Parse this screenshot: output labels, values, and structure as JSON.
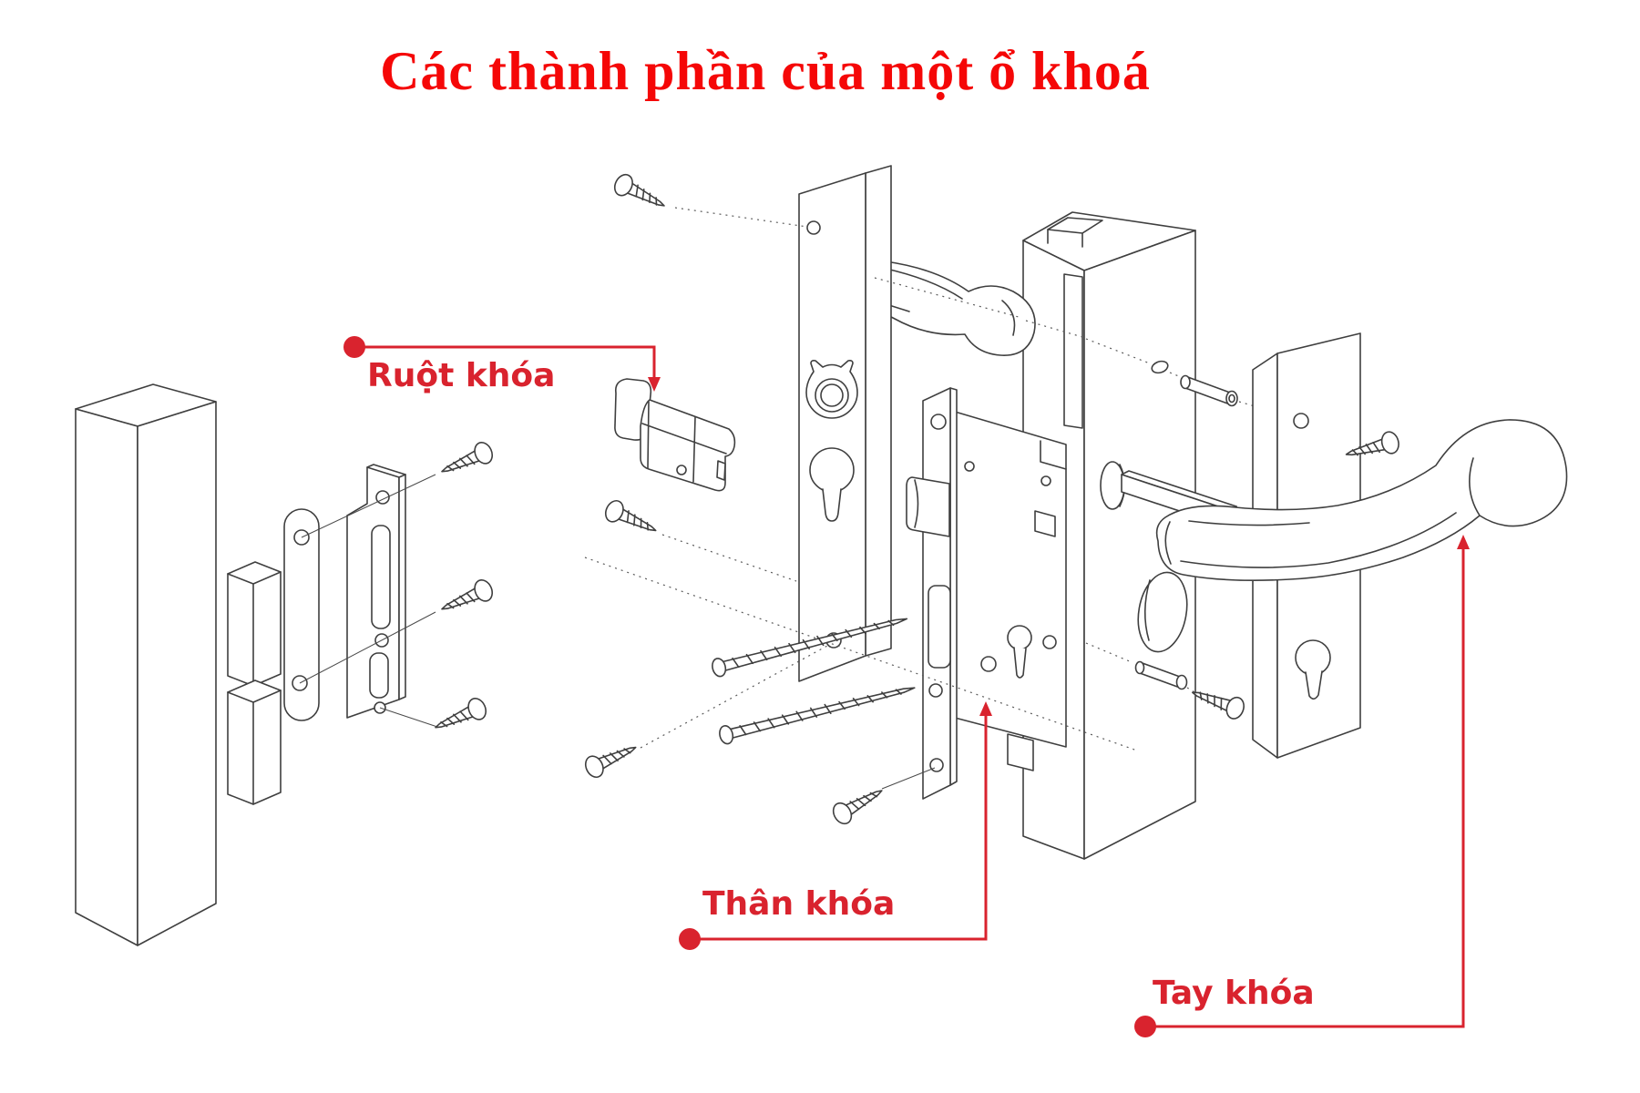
{
  "title": "Các thành phần của một ổ khoá",
  "colors": {
    "title_red": "#f50707",
    "accent_red": "#d9232e",
    "line_ink": "#3f3f3f",
    "background": "#ffffff"
  },
  "callouts": {
    "ruot": {
      "label": "Ruột khóa",
      "target": "lock-cylinder"
    },
    "than": {
      "label": "Thân khóa",
      "target": "lock-body"
    },
    "tay": {
      "label": "Tay khóa",
      "target": "lock-handle"
    }
  },
  "diagram": {
    "type": "exploded-view technical line drawing of a mortise door lock",
    "parts": [
      "door-frame-post",
      "strike-box-upper",
      "strike-box-lower",
      "rounded-strike-plate",
      "long-strike-plate",
      "mounting-screws",
      "lock-cylinder-with-thumbturn",
      "inner-backplate-with-keyhole",
      "inner-lever-handle",
      "lock-body-case-and-faceplate",
      "door-edge-block",
      "square-spindle-bar",
      "guide-pins",
      "outer-backplate-with-keyhole",
      "outer-lever-handle"
    ]
  }
}
